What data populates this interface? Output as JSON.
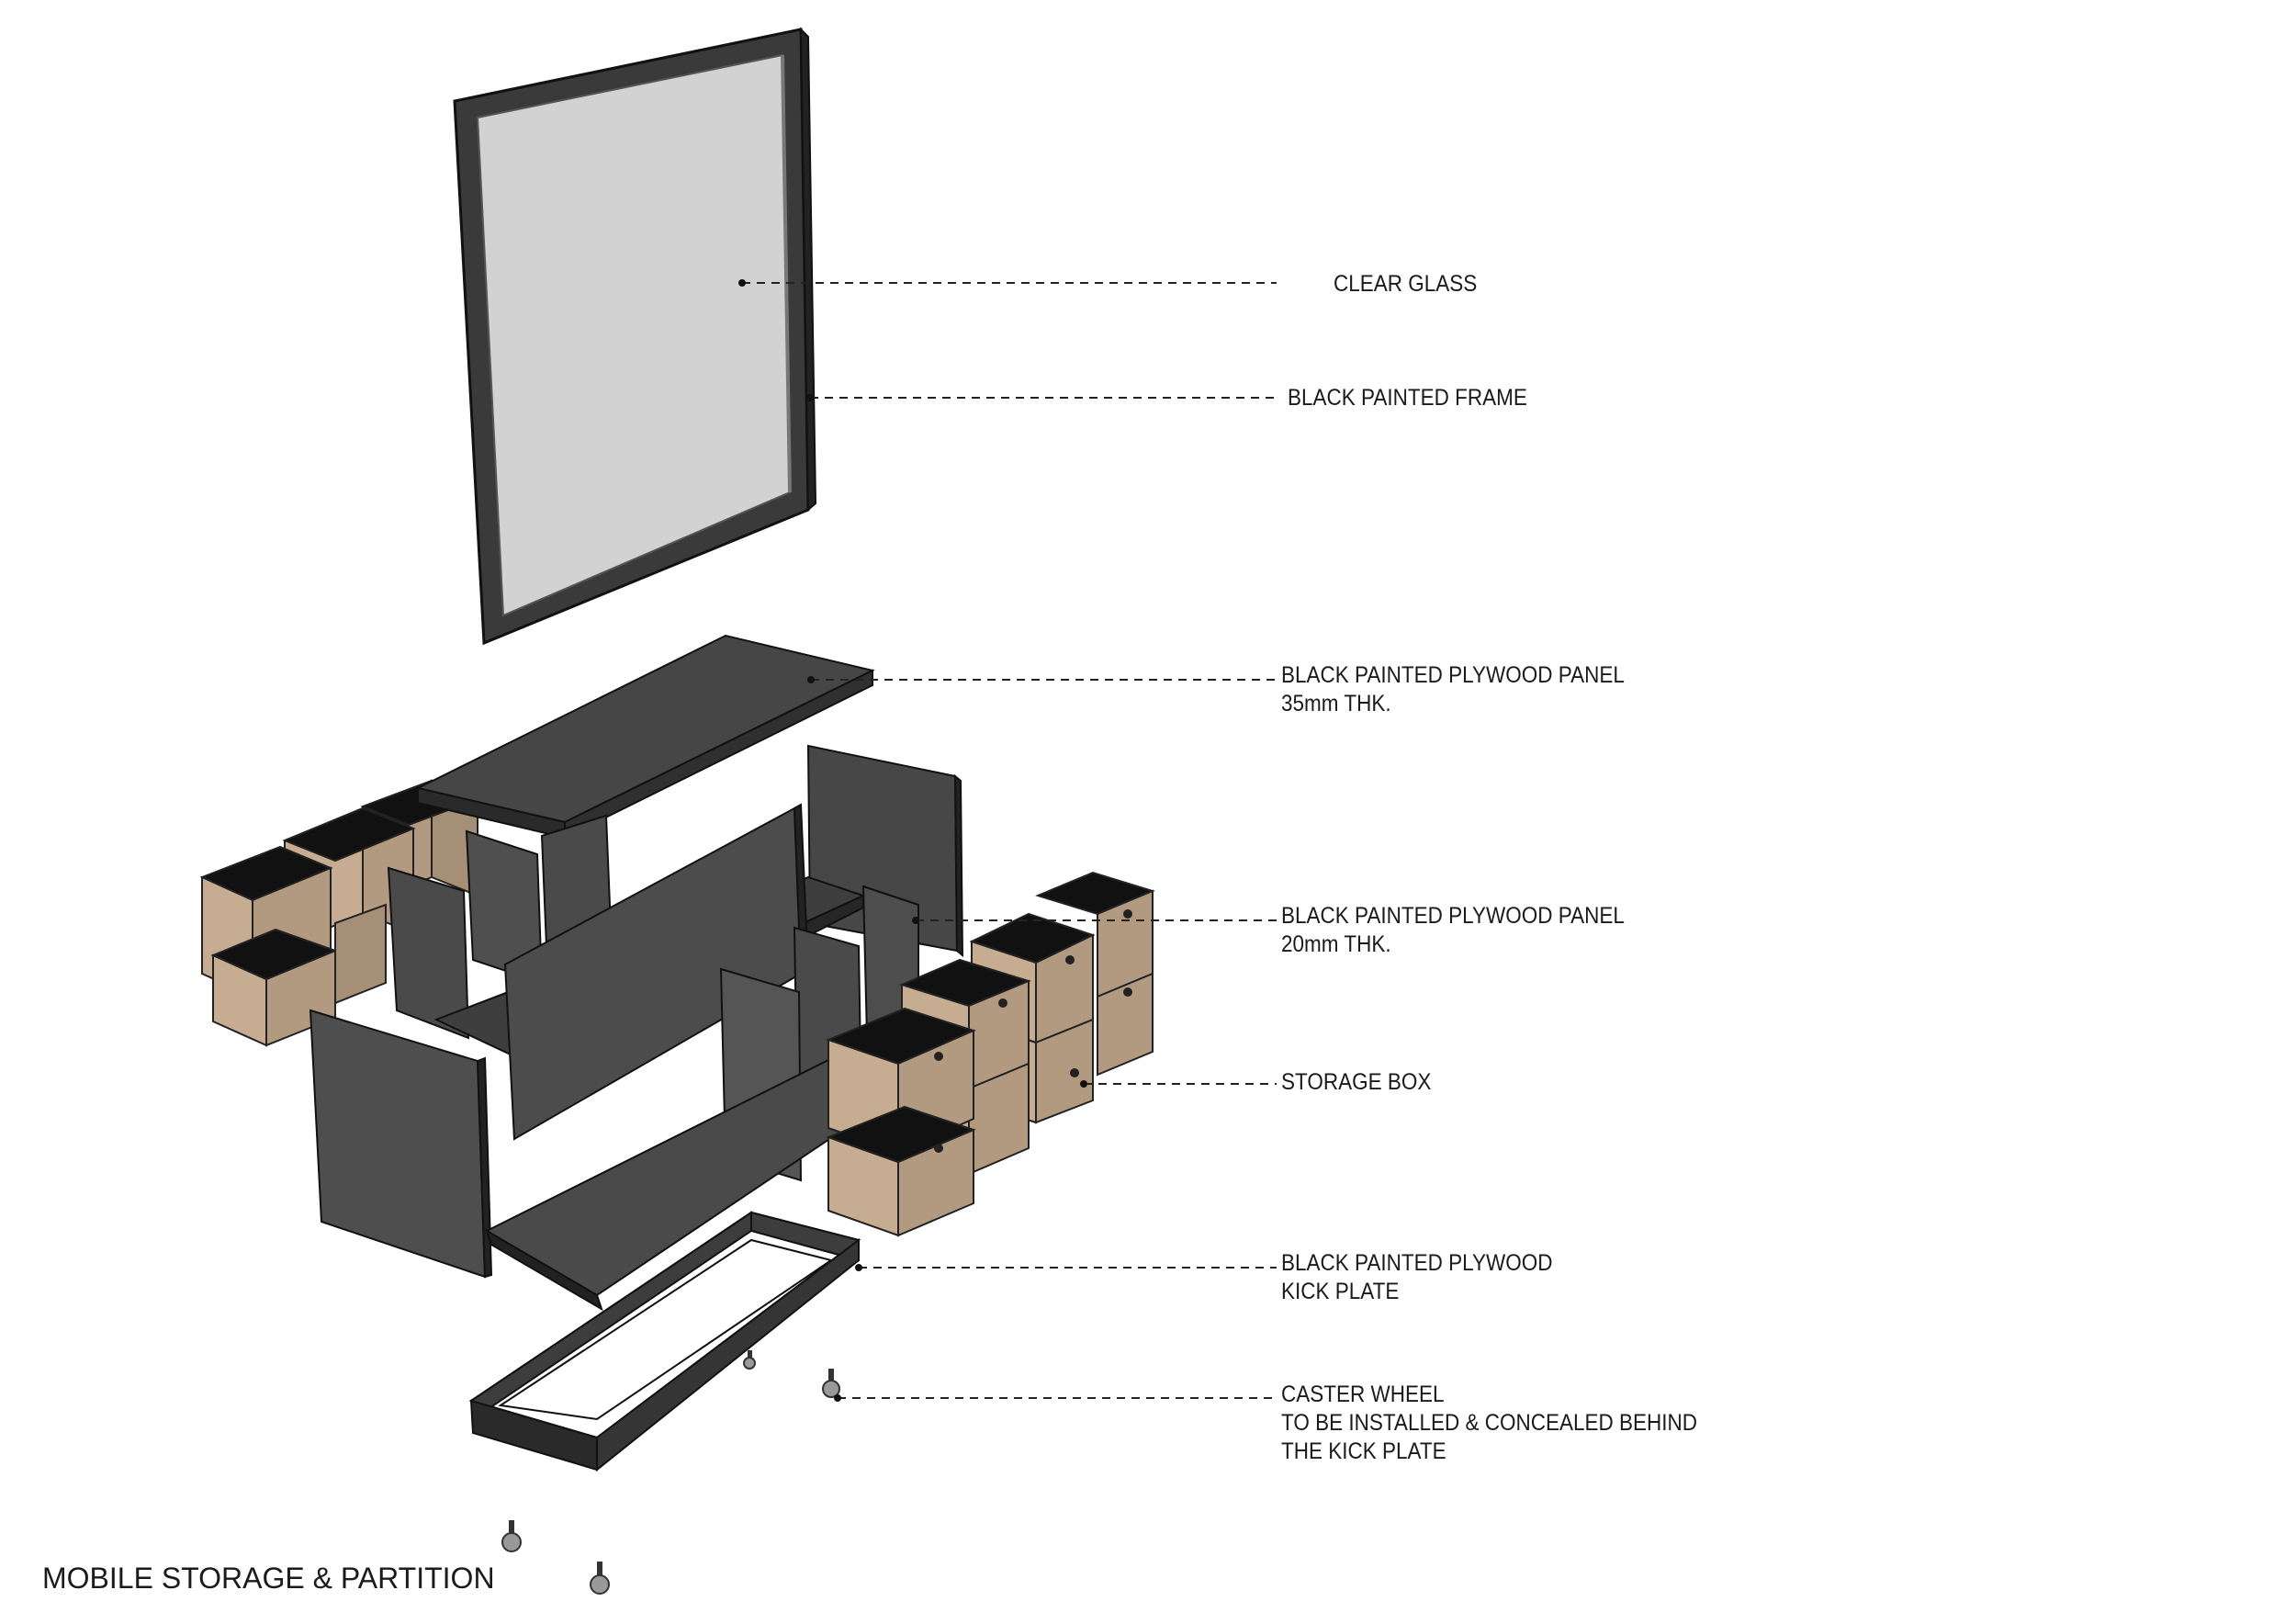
{
  "title": "MOBILE STORAGE & PARTITION",
  "colors": {
    "panel": "#454545",
    "panel_dark": "#262626",
    "panel_edge": "#1a1a1a",
    "glass": "#d2d2d2",
    "box_face": "#c6ad92",
    "box_side": "#b19a80",
    "box_top": "#111111",
    "leader": "#222222"
  },
  "callouts": [
    {
      "id": "clear-glass",
      "lines": [
        "CLEAR GLASS"
      ]
    },
    {
      "id": "black-painted-frame",
      "lines": [
        "BLACK PAINTED FRAME"
      ]
    },
    {
      "id": "panel-35mm",
      "lines": [
        "BLACK PAINTED PLYWOOD PANEL",
        "35mm THK."
      ]
    },
    {
      "id": "panel-20mm",
      "lines": [
        "BLACK PAINTED PLYWOOD PANEL",
        "20mm THK."
      ]
    },
    {
      "id": "storage-box",
      "lines": [
        "STORAGE BOX"
      ]
    },
    {
      "id": "kick-plate",
      "lines": [
        "BLACK PAINTED PLYWOOD",
        "KICK PLATE"
      ]
    },
    {
      "id": "caster-wheel",
      "lines": [
        "CASTER WHEEL",
        "TO BE INSTALLED & CONCEALED BEHIND",
        "THE KICK PLATE"
      ]
    }
  ]
}
